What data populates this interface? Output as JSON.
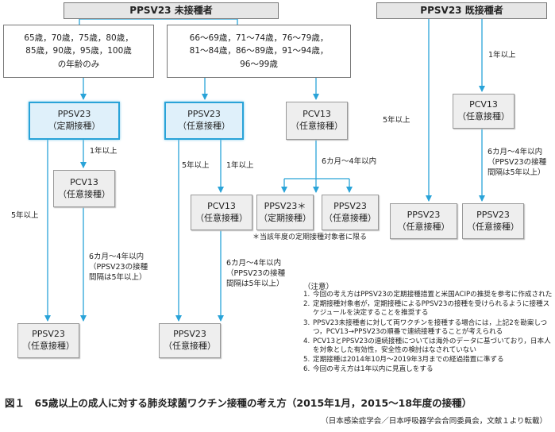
{
  "headers": {
    "unvaccinated": "PPSV23 未接種者",
    "vaccinated": "PPSV23 既接種者"
  },
  "age_groups": {
    "routine": "65歳，70歳，75歳，80歳，\n85歳，90歳，95歳，100歳\nの年齢のみ",
    "voluntary": "66～69歳，71～74歳，76～79歳，\n81～84歳，86～89歳，91～94歳，\n96～99歳"
  },
  "vaccines": {
    "ppsv23_routine": "PPSV23\n（定期接種）",
    "ppsv23_voluntary": "PPSV23\n（任意接種）",
    "pcv13_voluntary": "PCV13\n（任意接種）",
    "ppsv23_star_routine": "PPSV23＊\n（定期接種）"
  },
  "intervals": {
    "one_year": "1年以上",
    "five_years": "5年以上",
    "six_months_range": "6カ月～4年以内",
    "six_months_range_note": "6カ月～4年以内\n（PPSV23の接種\n間隔は5年以上）"
  },
  "footnote_star": "＊当該年度の定期接種対象者に限る",
  "notes_title": "（注意）",
  "notes": [
    {
      "num": "1.",
      "text": "今回の考え方はPPSV23の定期接種措置と米国ACIPの推奨を参考に作成された"
    },
    {
      "num": "2.",
      "text": "定期接種対象者が，定期接種によるPPSV23の接種を受けられるように接種スケジュールを決定することを推奨する"
    },
    {
      "num": "3.",
      "text": "PPSV23未接種者に対して両ワクチンを接種する場合には，上記2を勘案しつつ，PCV13→PPSV23の順番で連続接種することが考えられる"
    },
    {
      "num": "4.",
      "text": "PCV13とPPSV23の連続接種については海外のデータに基づいており，日本人を対象とした有効性，安全性の検討はなされていない"
    },
    {
      "num": "5.",
      "text": "定期接種は2014年10月～2019年3月までの経過措置に準ずる"
    },
    {
      "num": "6.",
      "text": "今回の考え方は1年以内に見直しをする"
    }
  ],
  "caption": "図１　65歳以上の成人に対する肺炎球菌ワクチン接種の考え方（2015年1月，2015～18年度の接種）",
  "source": "（日本感染症学会／日本呼吸器学会合同委員会，文献１より転載）",
  "colors": {
    "arrow": "#29a3d8",
    "highlight_border": "#29a3d8",
    "highlight_fill": "#dff0fa",
    "box_fill": "#eeeeee",
    "header_fill": "#e6e6e6"
  }
}
